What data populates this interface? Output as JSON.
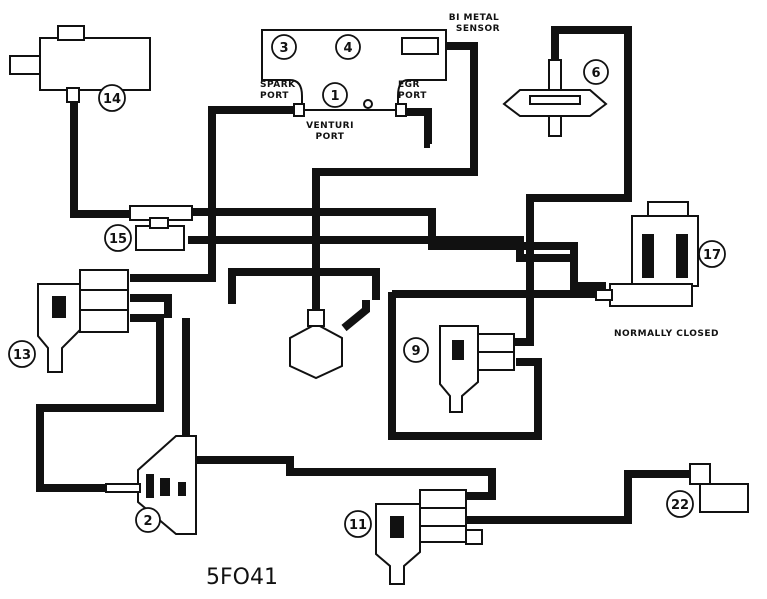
{
  "labels": {
    "bimetal_sensor": [
      "BI METAL",
      "SENSOR"
    ],
    "spark_port": [
      "SPARK",
      "PORT"
    ],
    "egr_port": [
      "EGR",
      "PORT"
    ],
    "venturi_port": [
      "VENTURI",
      "PORT"
    ],
    "normally_closed": "NORMALLY CLOSED"
  },
  "component_numbers": {
    "n1": "1",
    "n2": "2",
    "n3": "3",
    "n4": "4",
    "n6": "6",
    "n9": "9",
    "n11": "11",
    "n13": "13",
    "n14": "14",
    "n15": "15",
    "n17": "17",
    "n22": "22"
  },
  "figure_code": "5FO41"
}
